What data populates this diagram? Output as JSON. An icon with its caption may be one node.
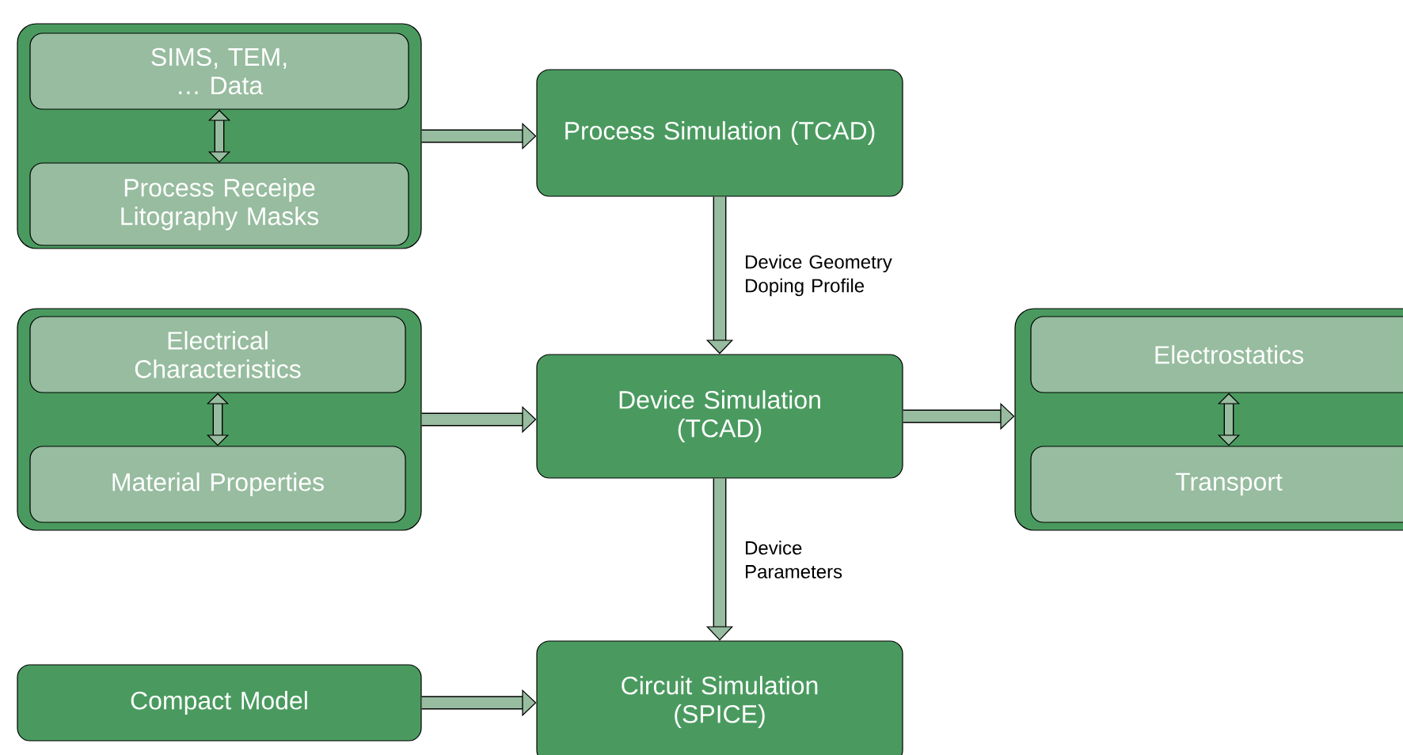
{
  "diagram": {
    "nodes": [
      {
        "text": [],
        "shape": "box"
      },
      {
        "text": [
          "SIMS, TEM, … Data"
        ],
        "in": 0
      },
      {
        "text": [
          "Process Receipe Litography Masks"
        ],
        "in": 0
      },
      {
        "text": [
          "Process Simulation (TCAD)"
        ]
      },
      {
        "text": [],
        "shape": "box"
      },
      {
        "text": [
          "Electrical Characteristics"
        ],
        "in": 4
      },
      {
        "text": [
          "Material Properties"
        ],
        "in": 4
      },
      {
        "text": [
          "Device Simulation (TCAD)"
        ]
      },
      {
        "text": [],
        "shape": "box"
      },
      {
        "text": [
          "Electrostatics"
        ],
        "in": 8
      },
      {
        "text": [
          "Transport"
        ],
        "in": 8
      },
      {
        "text": [
          "Compact Model"
        ]
      },
      {
        "text": [
          "Circuit Simulation (SPICE)"
        ]
      }
    ],
    "edges": [
      {
        "from": 1,
        "to": 2,
        "arrow": "both"
      },
      {
        "from": 0,
        "to": 3,
        "arrow": "to"
      },
      {
        "from": 3,
        "to": 7,
        "arrow": "to",
        "label": "Device Geometry Doping Profile"
      },
      {
        "from": 5,
        "to": 6,
        "arrow": "both"
      },
      {
        "from": 4,
        "to": 7,
        "arrow": "to"
      },
      {
        "from": 7,
        "to": 8,
        "arrow": "to"
      },
      {
        "from": 9,
        "to": 10,
        "arrow": "both"
      },
      {
        "from": 7,
        "to": 12,
        "arrow": "to",
        "label": "Device Parameters"
      },
      {
        "from": 11,
        "to": 12,
        "arrow": "to"
      }
    ]
  }
}
